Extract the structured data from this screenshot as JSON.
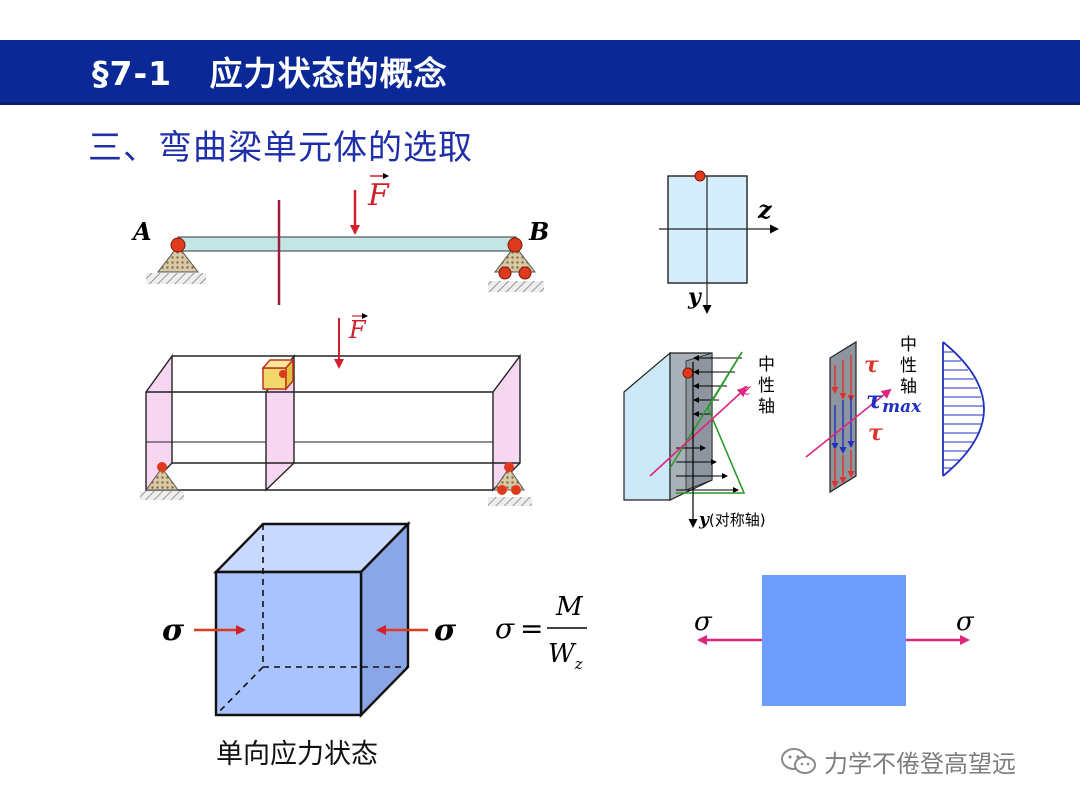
{
  "header": {
    "section": "§7-1",
    "title": "应力状态的概念"
  },
  "subtitle": "三、弯曲梁单元体的选取",
  "beam": {
    "label_a": "A",
    "label_b": "B",
    "force": "F"
  },
  "beam3d": {
    "force": "F"
  },
  "cross_section": {
    "axis_z": "z",
    "axis_y": "y"
  },
  "normal_stress": {
    "neutral_axis": [
      "中",
      "性",
      "轴"
    ],
    "axis_z": "z",
    "axis_y": "y",
    "axis_y_note": "(对称轴)"
  },
  "shear_stress": {
    "neutral_axis": [
      "中",
      "性",
      "轴"
    ],
    "tau": "τ",
    "tau_max_symbol": "τ",
    "tau_max_sub": "max"
  },
  "element": {
    "sigma_left": "σ",
    "sigma_right": "σ",
    "caption": "单向应力状态"
  },
  "formula": {
    "lhs": "σ",
    "eq": "=",
    "numerator": "M",
    "denominator": "W",
    "denominator_sub": "z"
  },
  "element2d": {
    "sigma_left": "σ",
    "sigma_right": "σ"
  },
  "watermark": {
    "text": "力学不倦登高望远"
  },
  "colors": {
    "title_bar": "#0a2896",
    "subtitle": "#1f2fa8",
    "beam_fill": "#c3e6e4",
    "cube_front": "#a9c3ff",
    "square_fill": "#6f9dfd",
    "force_red": "#d0202a",
    "pink": "#e0257e",
    "tau_blue": "#2030c0",
    "green": "#2a9a2a"
  }
}
